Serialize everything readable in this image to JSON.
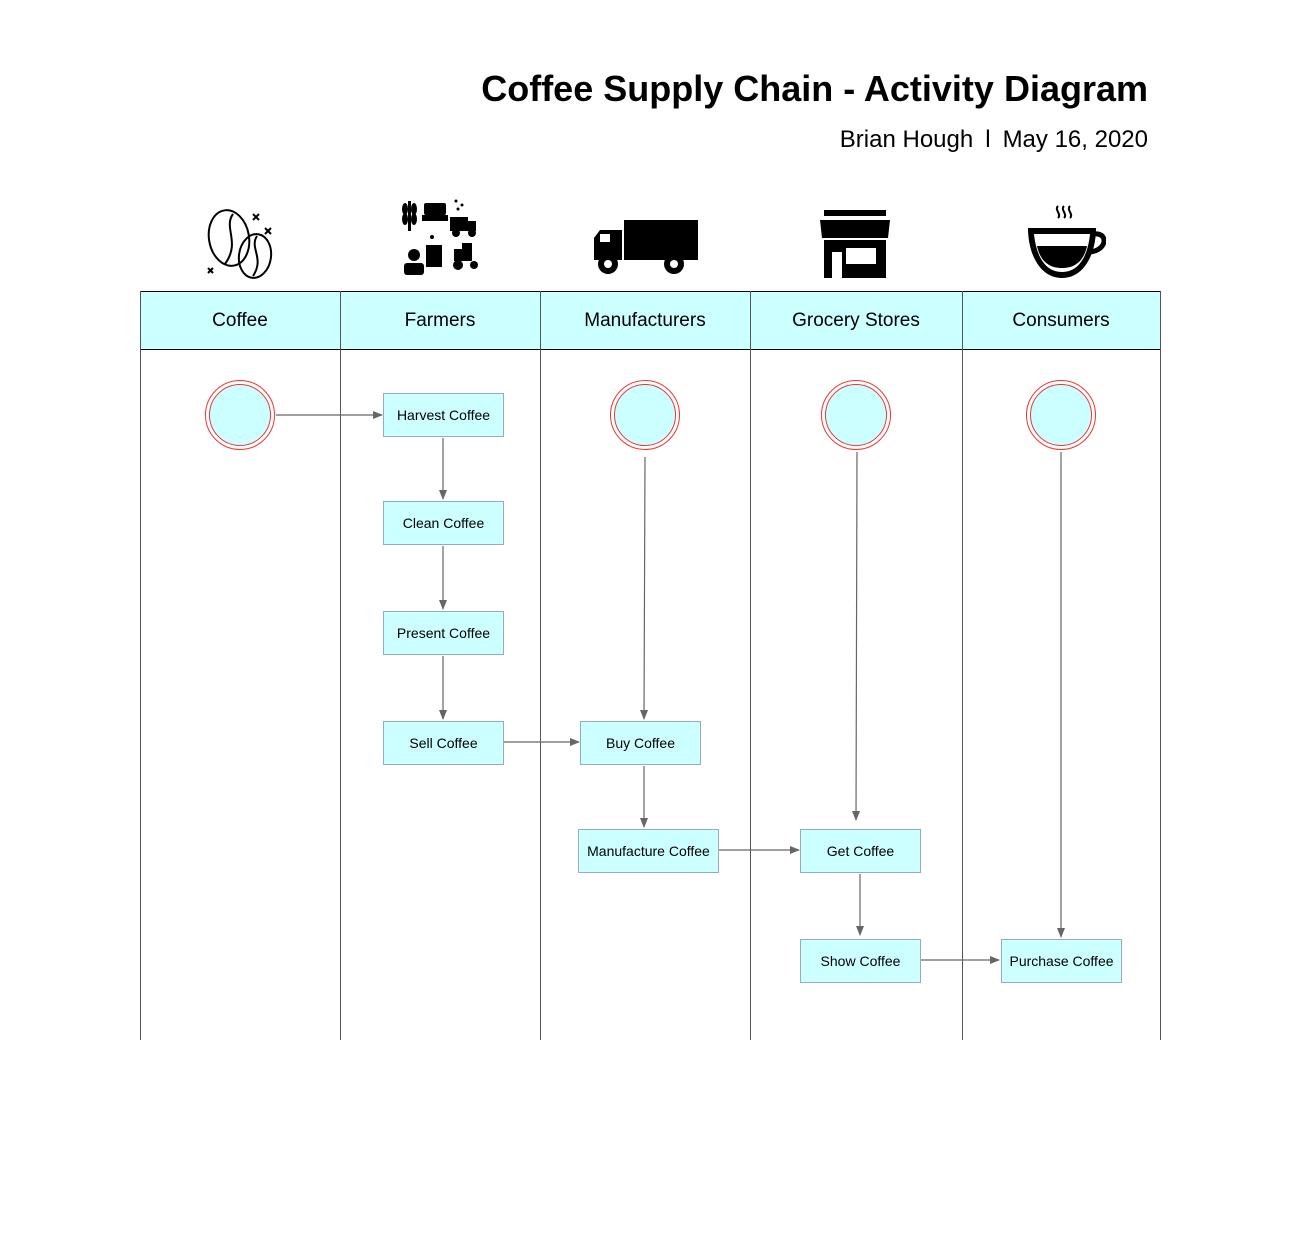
{
  "header": {
    "title": "Coffee Supply Chain - Activity Diagram",
    "author": "Brian Hough",
    "separator": "l",
    "date": "May 16, 2020"
  },
  "lanes": [
    {
      "label": "Coffee",
      "icon": "coffee-beans-icon"
    },
    {
      "label": "Farmers",
      "icon": "farming-icon"
    },
    {
      "label": "Manufacturers",
      "icon": "truck-icon"
    },
    {
      "label": "Grocery Stores",
      "icon": "store-icon"
    },
    {
      "label": "Consumers",
      "icon": "coffee-cup-icon"
    }
  ],
  "activities": {
    "harvest": "Harvest Coffee",
    "clean": "Clean Coffee",
    "present": "Present Coffee",
    "sell": "Sell Coffee",
    "buy": "Buy Coffee",
    "manufacture": "Manufacture Coffee",
    "get": "Get Coffee",
    "show": "Show Coffee",
    "purchase": "Purchase Coffee"
  },
  "colors": {
    "node_fill": "#ccffff",
    "start_ring": "#ee3333",
    "edge": "#666666"
  }
}
